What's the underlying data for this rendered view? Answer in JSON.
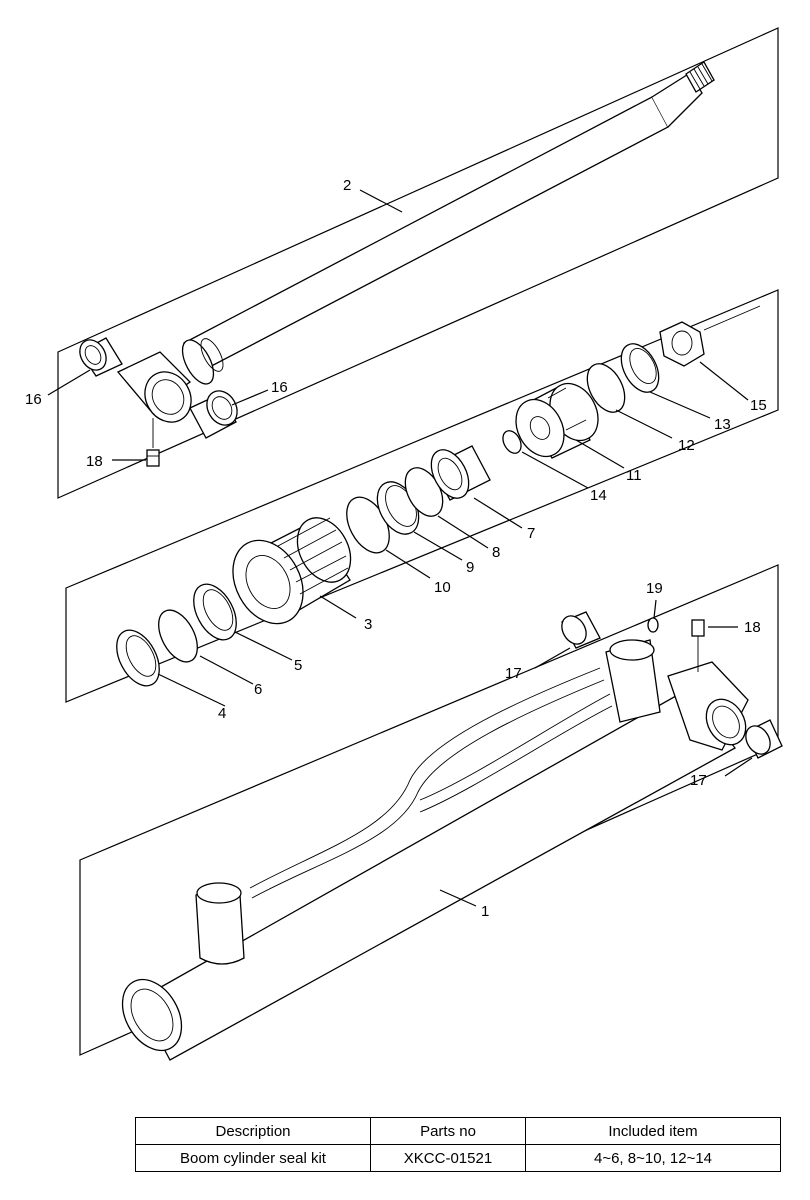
{
  "callouts": {
    "c1": "1",
    "c2": "2",
    "c3": "3",
    "c4": "4",
    "c5": "5",
    "c6": "6",
    "c7": "7",
    "c8": "8",
    "c9": "9",
    "c10": "10",
    "c11": "11",
    "c12": "12",
    "c13": "13",
    "c14": "14",
    "c15": "15",
    "c16a": "16",
    "c16b": "16",
    "c17a": "17",
    "c17b": "17",
    "c18a": "18",
    "c18b": "18",
    "c19": "19"
  },
  "table": {
    "headers": [
      "Description",
      "Parts no",
      "Included item"
    ],
    "rows": [
      [
        "Boom cylinder seal kit",
        "XKCC-01521",
        "4~6, 8~10, 12~14"
      ]
    ]
  }
}
